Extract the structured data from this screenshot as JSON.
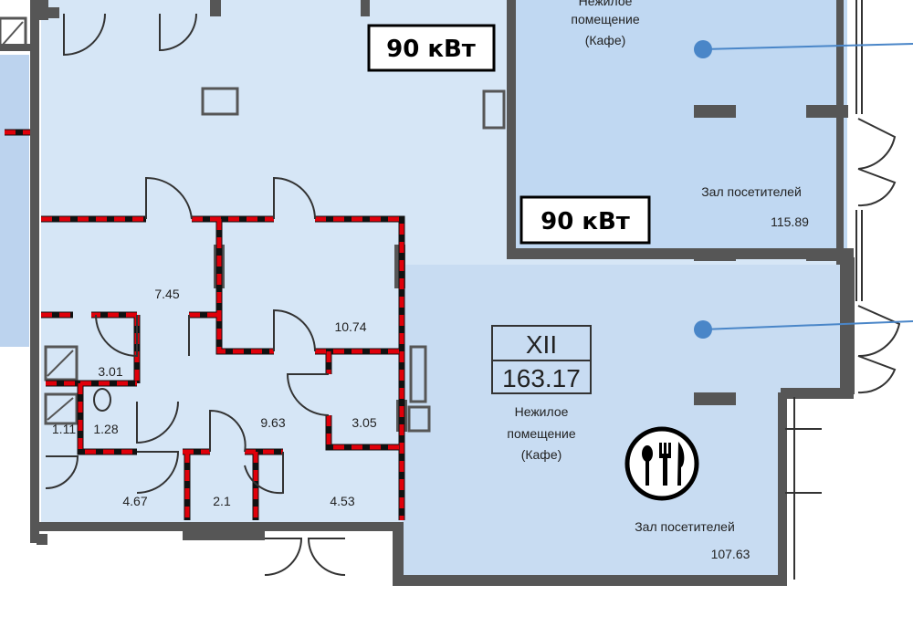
{
  "power_badges": [
    {
      "label": "90 кВт"
    },
    {
      "label": "90 кВт"
    }
  ],
  "cafe_top": {
    "name_line1": "Нежилое",
    "name_line2": "помещение",
    "name_line3": "(Кафе)",
    "hall_label": "Зал посетителей",
    "hall_area": "115.89"
  },
  "cafe_main": {
    "number": "XII",
    "area": "163.17",
    "name_line1": "Нежилое",
    "name_line2": "помещение",
    "name_line3": "(Кафе)",
    "hall_label": "Зал посетителей",
    "hall_area": "107.63"
  },
  "rooms": {
    "r745": "7.45",
    "r1074": "10.74",
    "r301": "3.01",
    "r128": "1.28",
    "r111": "1.11",
    "r963": "9.63",
    "r305": "3.05",
    "r467": "4.67",
    "r21": "2.1",
    "r453": "4.53"
  },
  "icons": {
    "restaurant": "fork-knife-icon",
    "marker": "location-dot-icon"
  },
  "colors": {
    "floor": "#d6e6f6",
    "cafe_highlight": "#c0d8f2",
    "wall": "#565656",
    "partition_red": "#e0000a",
    "marker": "#4a86c8",
    "badge_border": "#000000"
  }
}
